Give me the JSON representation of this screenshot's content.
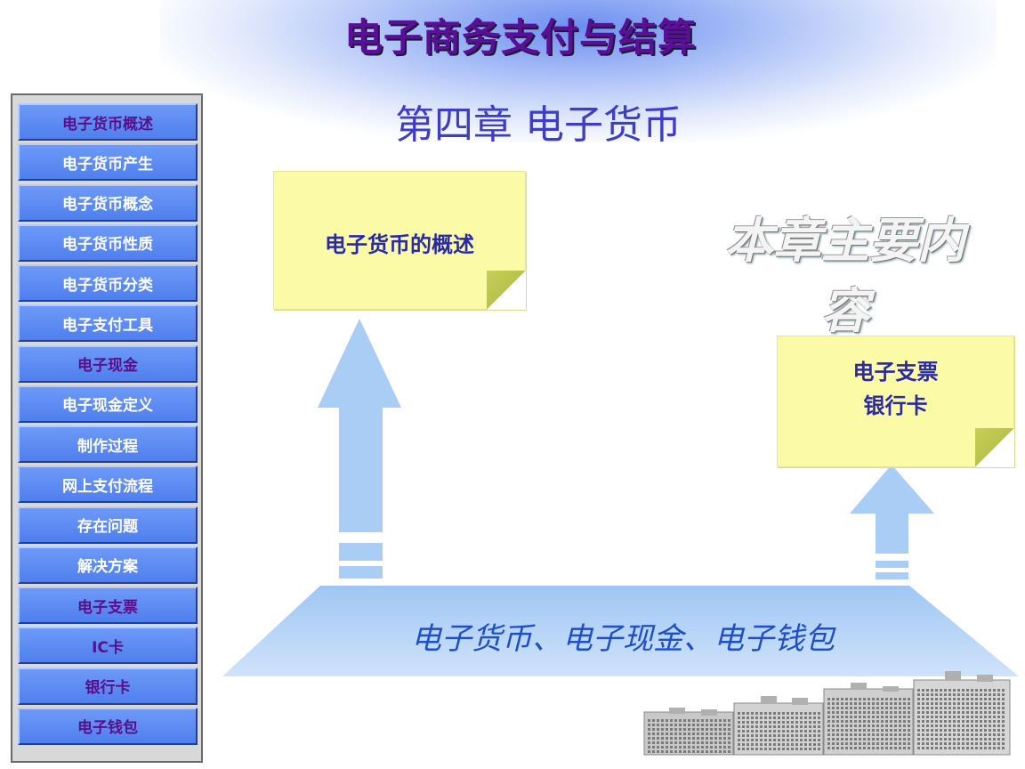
{
  "header": {
    "main_title": "电子商务支付与结算",
    "chapter_title": "第四章 电子货币"
  },
  "sidebar": {
    "items": [
      {
        "label": "电子货币概述",
        "section": true
      },
      {
        "label": "电子货币产生",
        "section": false
      },
      {
        "label": "电子货币概念",
        "section": false
      },
      {
        "label": "电子货币性质",
        "section": false
      },
      {
        "label": "电子货币分类",
        "section": false
      },
      {
        "label": "电子支付工具",
        "section": false
      },
      {
        "label": "电子现金",
        "section": true
      },
      {
        "label": "电子现金定义",
        "section": false
      },
      {
        "label": "制作过程",
        "section": false
      },
      {
        "label": "网上支付流程",
        "section": false
      },
      {
        "label": "存在问题",
        "section": false
      },
      {
        "label": "解决方案",
        "section": false
      },
      {
        "label": "电子支票",
        "section": true
      },
      {
        "label": "IC卡",
        "section": true
      },
      {
        "label": "银行卡",
        "section": true
      },
      {
        "label": "电子钱包",
        "section": true
      }
    ]
  },
  "diagram": {
    "note_left": "电子货币的概述",
    "note_right_line1": "电子支票",
    "note_right_line2": "银行卡",
    "watermark": "本章主要内容",
    "base_label": "电子货币、电子现金、电子钱包"
  },
  "colors": {
    "title": "#5a0f96",
    "chapter": "#3d3dc8",
    "nav_button": "#5b8bf2",
    "note": "#fbfaa7",
    "arrow": "#a9cdf5"
  },
  "icons": {
    "buildings": "city-buildings-illustration"
  }
}
